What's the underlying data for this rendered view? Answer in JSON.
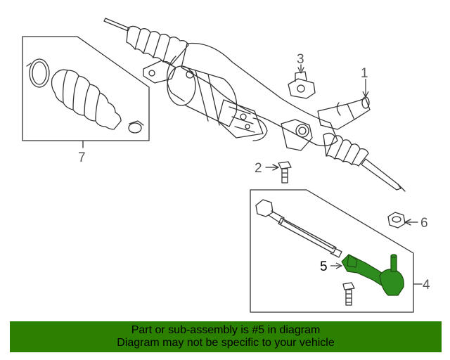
{
  "callouts": {
    "c1": "1",
    "c2": "2",
    "c3": "3",
    "c4": "4",
    "c5": "5",
    "c6": "6",
    "c7": "7"
  },
  "banner": {
    "line1": "Part or sub-assembly is #5 in diagram",
    "line2": "Diagram may not be specific to your vehicle"
  },
  "colors": {
    "highlight_part": "#2e8b1e",
    "banner_bg": "#2b8000",
    "line_art": "#333333"
  }
}
